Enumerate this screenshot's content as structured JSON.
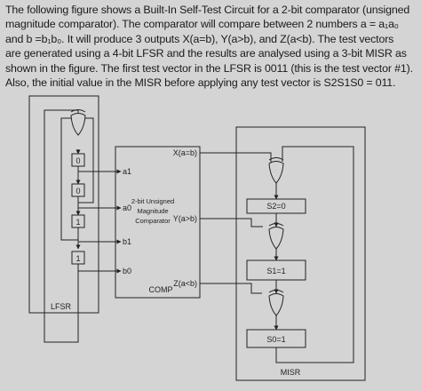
{
  "question": {
    "lines": [
      "The following figure shows a Built-In Self-Test Circuit for a 2-bit comparator (unsigned",
      "magnitude comparator). The comparator will compare between 2 numbers a = a₁a₀",
      "and b =b₁b₀. It will produce 3 outputs X(a=b), Y(a>b), and Z(a<b). The test vectors",
      "are generated using a 4-bit LFSR and the results are analysed using a 3-bit MISR as",
      "shown in the figure. The first test vector in the LFSR is 0011 (this is the test vector #1).",
      "Also, the initial value in the MISR before applying any test vector is S2S1S0 = 011."
    ]
  },
  "diagram": {
    "lfsr": {
      "label": "LFSR",
      "cells": [
        "0",
        "0",
        "1",
        "1"
      ]
    },
    "comp": {
      "label": "COMP",
      "description": [
        "2-bit Unsigned",
        "Magnitude",
        "Comparator"
      ],
      "inputs": [
        "a1",
        "a0",
        "b1",
        "b0"
      ],
      "outputs": [
        "X(a=b)",
        "Y(a>b)",
        "Z(a<b)"
      ]
    },
    "misr": {
      "label": "MISR",
      "cells": [
        "S2=0",
        "S1=1",
        "S0=1"
      ]
    }
  }
}
